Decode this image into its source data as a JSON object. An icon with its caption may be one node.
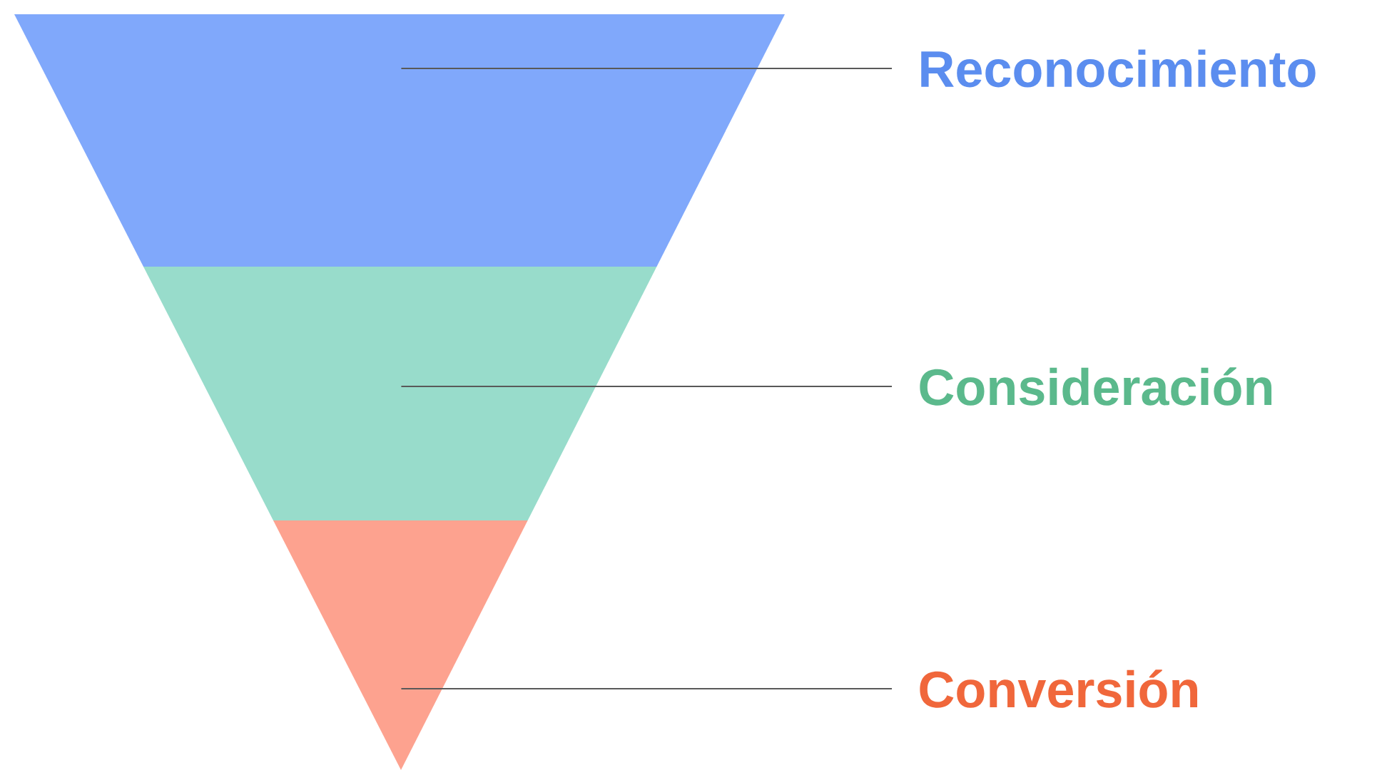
{
  "diagram": {
    "nodes": [
      {
        "text": [],
        "shape": "band"
      },
      {
        "text": [],
        "shape": "band"
      },
      {
        "text": [],
        "shape": "triangle"
      },
      {
        "text": [
          "Reconocimiento"
        ]
      },
      {
        "text": [
          "Consideración"
        ]
      },
      {
        "text": [
          "Conversión"
        ]
      }
    ],
    "edges": [
      {
        "from": 3,
        "to": 0,
        "arrow": "none"
      },
      {
        "from": 4,
        "to": 1,
        "arrow": "none"
      },
      {
        "from": 5,
        "to": 2,
        "arrow": "none"
      }
    ]
  }
}
